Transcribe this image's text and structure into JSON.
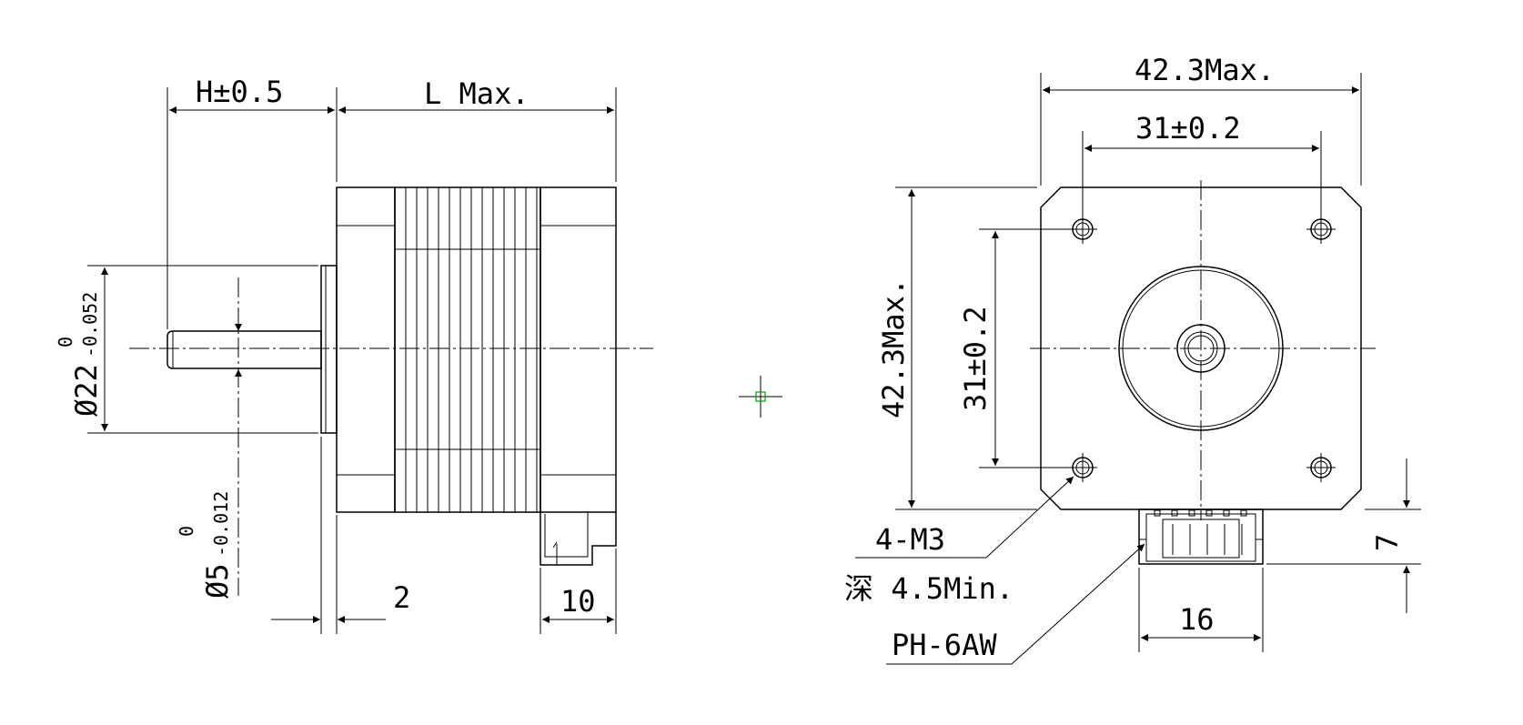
{
  "labels": {
    "h_dim": "H±0.5",
    "l_dim": "L Max.",
    "d22_main": "Ø22",
    "d22_tol": "-0.052",
    "d22_zero": "0",
    "d5_main": "Ø5",
    "d5_tol": "-0.012",
    "d5_zero": "0",
    "dim_2": "2",
    "dim_10": "10",
    "width_max": "42.3Max.",
    "hole_spacing_h": "31±0.2",
    "height_max": "42.3Max.",
    "hole_spacing_v": "31±0.2",
    "thread": "4-M3",
    "depth": "深 4.5Min.",
    "connector": "PH-6AW",
    "dim_16": "16",
    "dim_7": "7"
  }
}
